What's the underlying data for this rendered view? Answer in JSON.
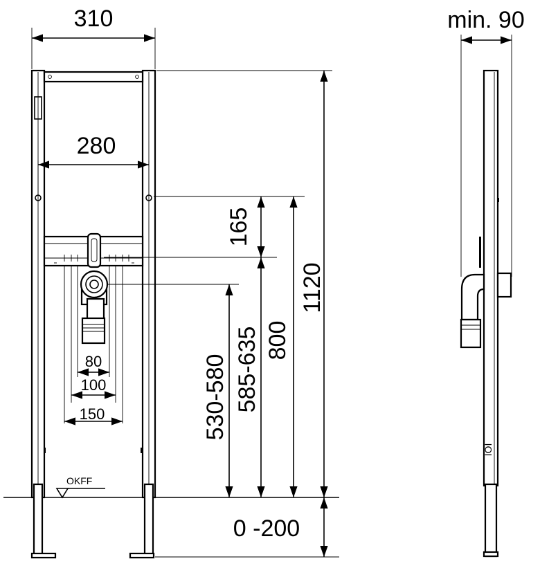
{
  "diagram": {
    "dimensions": {
      "total_width": "310",
      "inner_width": "280",
      "min_depth": "min. 90",
      "top_offset": "165",
      "total_height": "1120",
      "mount_height": "800",
      "drain_height_range": "585-635",
      "outlet_height_range": "530-580",
      "spacing_80": "80",
      "spacing_100": "100",
      "spacing_150": "150",
      "leg_adjust": "0 -200"
    },
    "labels": {
      "floor_level": "OKFF"
    }
  }
}
